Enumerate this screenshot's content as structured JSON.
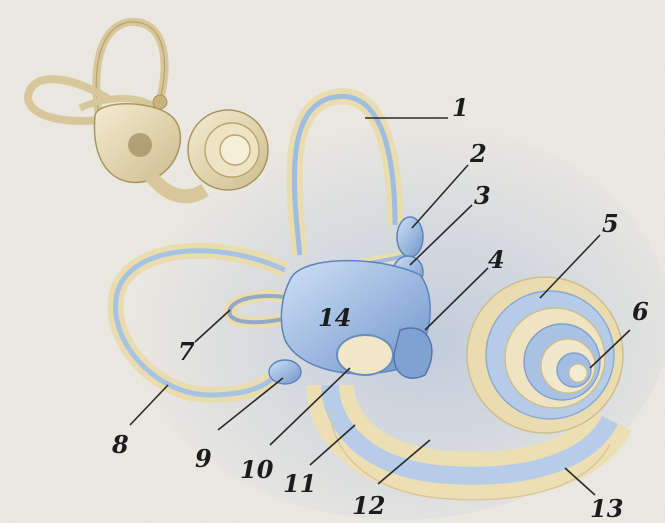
{
  "figure": {
    "labels": [
      {
        "id": "l1",
        "text": "1"
      },
      {
        "id": "l2",
        "text": "2"
      },
      {
        "id": "l3",
        "text": "3"
      },
      {
        "id": "l4",
        "text": "4"
      },
      {
        "id": "l5",
        "text": "5"
      },
      {
        "id": "l6",
        "text": "6"
      },
      {
        "id": "l7",
        "text": "7"
      },
      {
        "id": "l8",
        "text": "8"
      },
      {
        "id": "l9",
        "text": "9"
      },
      {
        "id": "l10",
        "text": "10"
      },
      {
        "id": "l11",
        "text": "11"
      },
      {
        "id": "l12",
        "text": "12"
      },
      {
        "id": "l13",
        "text": "13"
      },
      {
        "id": "l14",
        "text": "14"
      }
    ]
  }
}
